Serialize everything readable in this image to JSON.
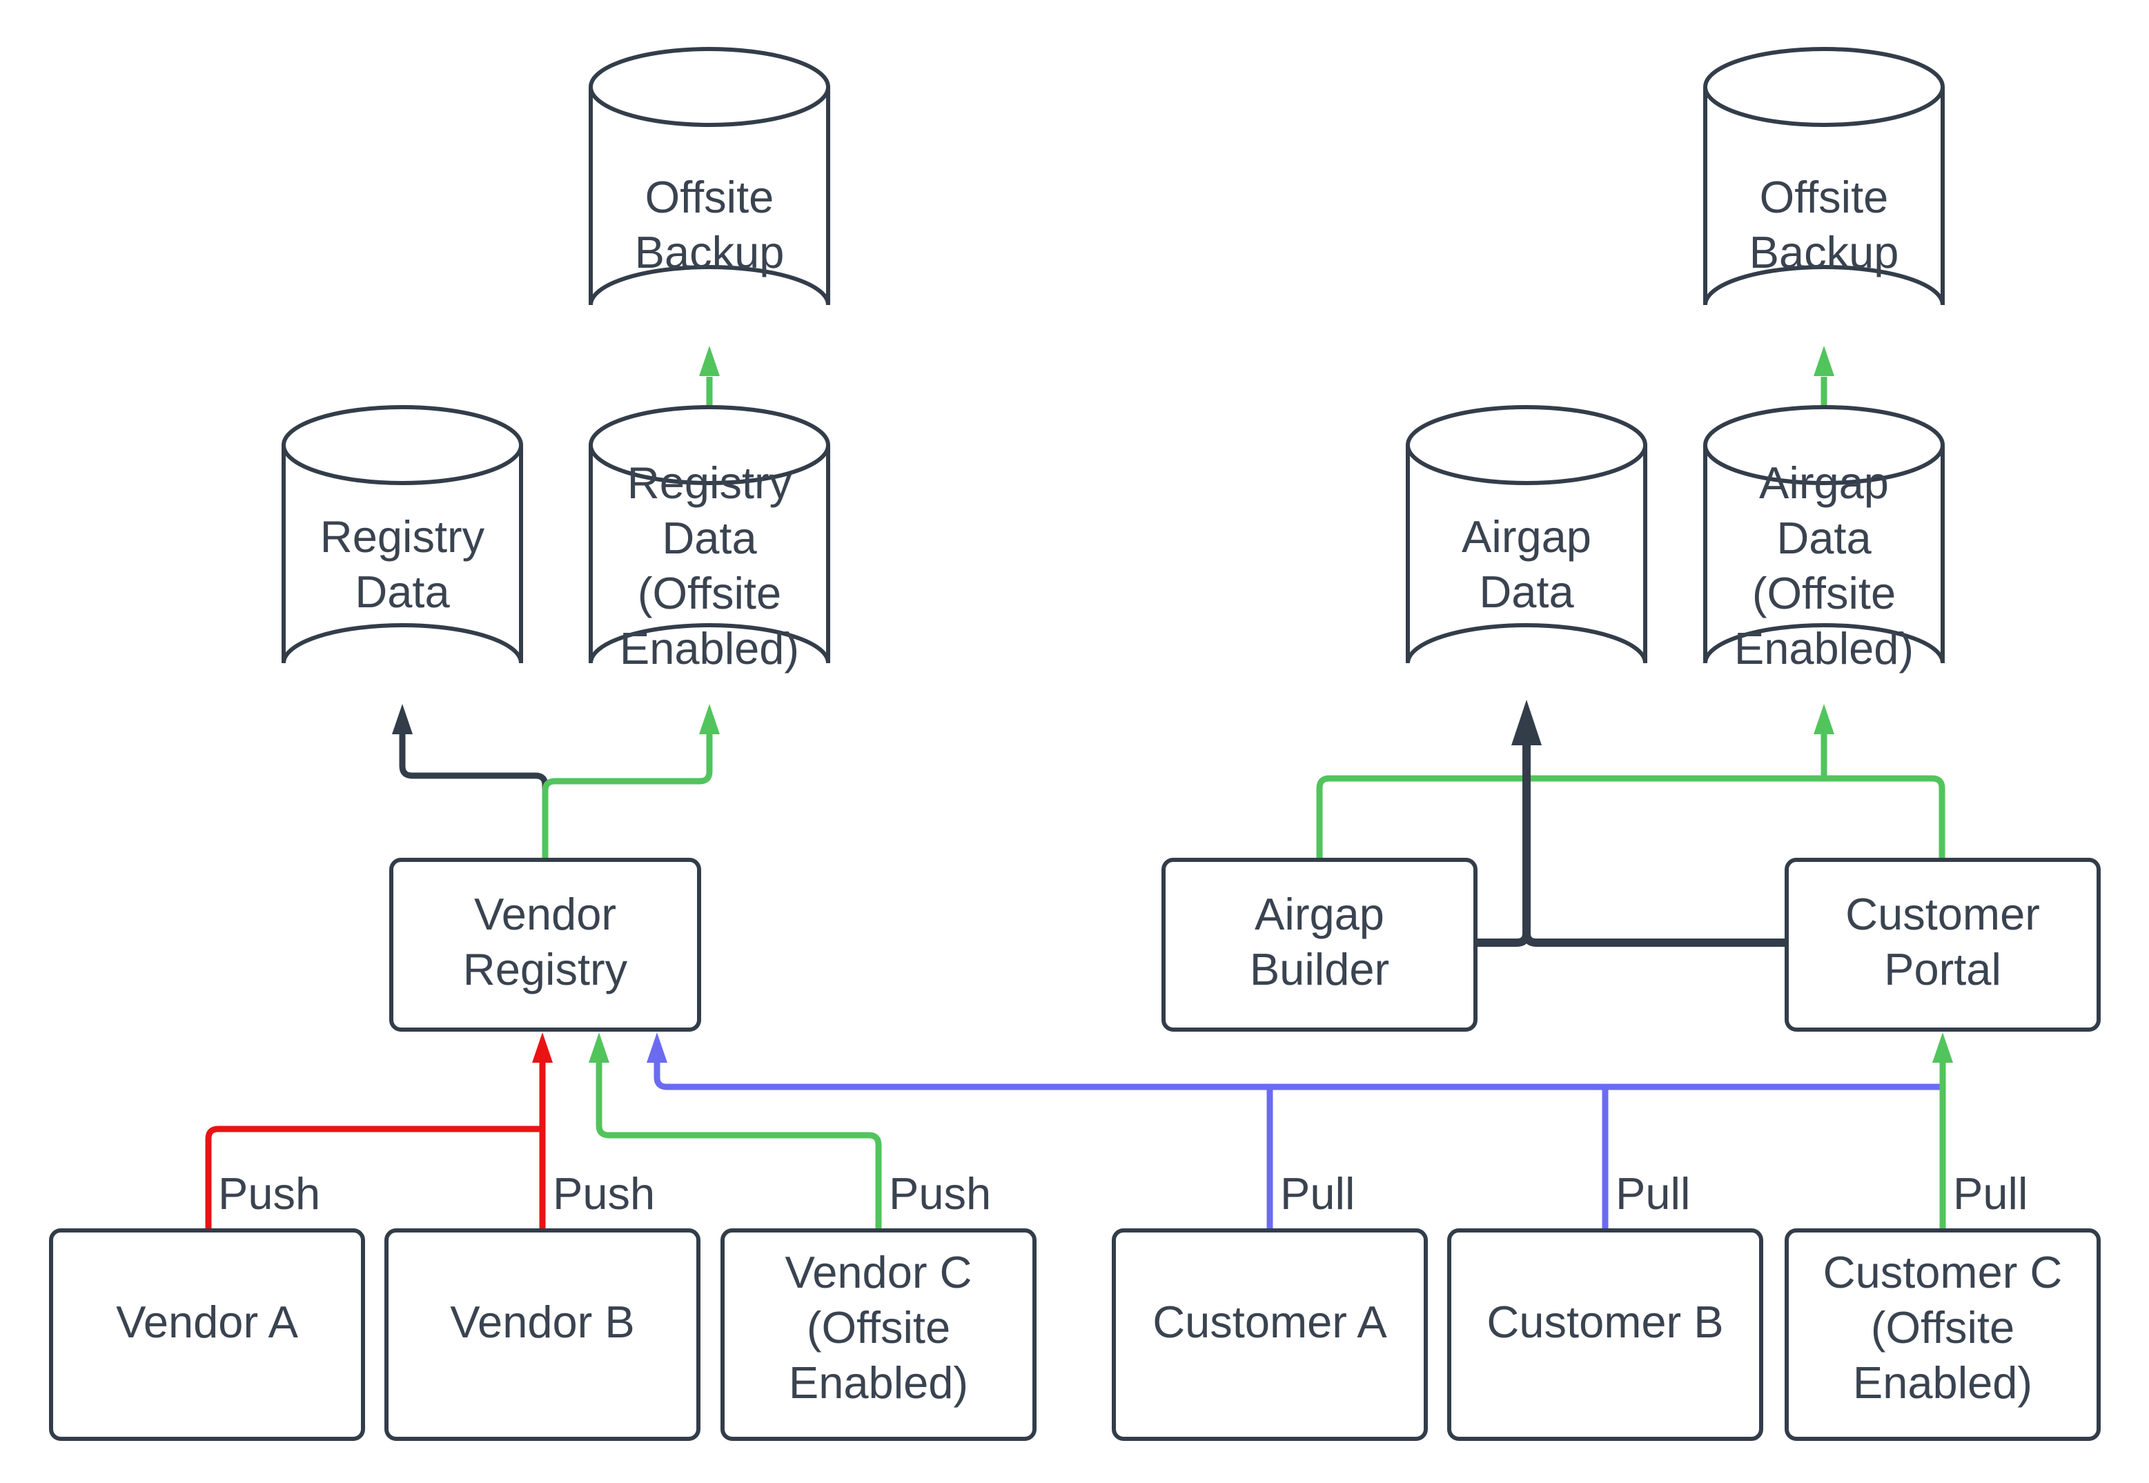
{
  "palette": {
    "background": "#ffffff",
    "node_fill": "#ffffff",
    "node_stroke": "#333d4a",
    "text": "#3a4350",
    "edge_green": "#52c45c",
    "edge_red": "#e81414",
    "edge_blue": "#6b6bf2",
    "edge_dark": "#333d4a"
  },
  "nodes": {
    "offsite_backup_left": {
      "shape": "cylinder",
      "lines": [
        "Offsite",
        "Backup"
      ]
    },
    "registry_data": {
      "shape": "cylinder",
      "lines": [
        "Registry",
        "Data"
      ]
    },
    "registry_data_offsite": {
      "shape": "cylinder",
      "lines": [
        "Registry",
        "Data",
        "(Offsite",
        "Enabled)"
      ]
    },
    "vendor_registry": {
      "shape": "rect",
      "lines": [
        "Vendor",
        "Registry"
      ]
    },
    "vendor_a": {
      "shape": "rect",
      "lines": [
        "Vendor A"
      ]
    },
    "vendor_b": {
      "shape": "rect",
      "lines": [
        "Vendor B"
      ]
    },
    "vendor_c": {
      "shape": "rect",
      "lines": [
        "Vendor C",
        "(Offsite",
        "Enabled)"
      ]
    },
    "offsite_backup_right": {
      "shape": "cylinder",
      "lines": [
        "Offsite",
        "Backup"
      ]
    },
    "airgap_data": {
      "shape": "cylinder",
      "lines": [
        "Airgap",
        "Data"
      ]
    },
    "airgap_data_offsite": {
      "shape": "cylinder",
      "lines": [
        "Airgap",
        "Data",
        "(Offsite",
        "Enabled)"
      ]
    },
    "airgap_builder": {
      "shape": "rect",
      "lines": [
        "Airgap",
        "Builder"
      ]
    },
    "customer_portal": {
      "shape": "rect",
      "lines": [
        "Customer",
        "Portal"
      ]
    },
    "customer_a": {
      "shape": "rect",
      "lines": [
        "Customer A"
      ]
    },
    "customer_b": {
      "shape": "rect",
      "lines": [
        "Customer B"
      ]
    },
    "customer_c": {
      "shape": "rect",
      "lines": [
        "Customer C",
        "(Offsite",
        "Enabled)"
      ]
    }
  },
  "edges": [
    {
      "from": "Vendor Registry",
      "to": "Registry Data",
      "color": "dark",
      "label": ""
    },
    {
      "from": "Vendor Registry",
      "to": "Registry Data (Offsite Enabled)",
      "color": "green",
      "label": ""
    },
    {
      "from": "Registry Data (Offsite Enabled)",
      "to": "Offsite Backup",
      "color": "green",
      "label": ""
    },
    {
      "from": "Vendor A",
      "to": "Vendor Registry",
      "color": "red",
      "label": "Push"
    },
    {
      "from": "Vendor B",
      "to": "Vendor Registry",
      "color": "red",
      "label": "Push"
    },
    {
      "from": "Vendor C (Offsite Enabled)",
      "to": "Vendor Registry",
      "color": "green",
      "label": "Push"
    },
    {
      "from": "Customer A",
      "to": "Vendor Registry",
      "color": "blue",
      "label": "Pull"
    },
    {
      "from": "Customer B",
      "to": "Vendor Registry",
      "color": "blue",
      "label": "Pull"
    },
    {
      "from": "Customer C (Offsite Enabled)",
      "to": "Customer Portal",
      "color": "green",
      "label": "Pull"
    },
    {
      "from": "Airgap Builder",
      "to": "Airgap Data (Offsite Enabled)",
      "color": "green",
      "label": ""
    },
    {
      "from": "Customer Portal",
      "to": "Airgap Data (Offsite Enabled)",
      "color": "green",
      "label": ""
    },
    {
      "from": "Airgap Builder",
      "to": "Airgap Data",
      "color": "dark",
      "label": ""
    },
    {
      "from": "Customer Portal",
      "to": "Airgap Data",
      "color": "dark",
      "label": ""
    },
    {
      "from": "Airgap Data (Offsite Enabled)",
      "to": "Offsite Backup",
      "color": "green",
      "label": ""
    }
  ]
}
